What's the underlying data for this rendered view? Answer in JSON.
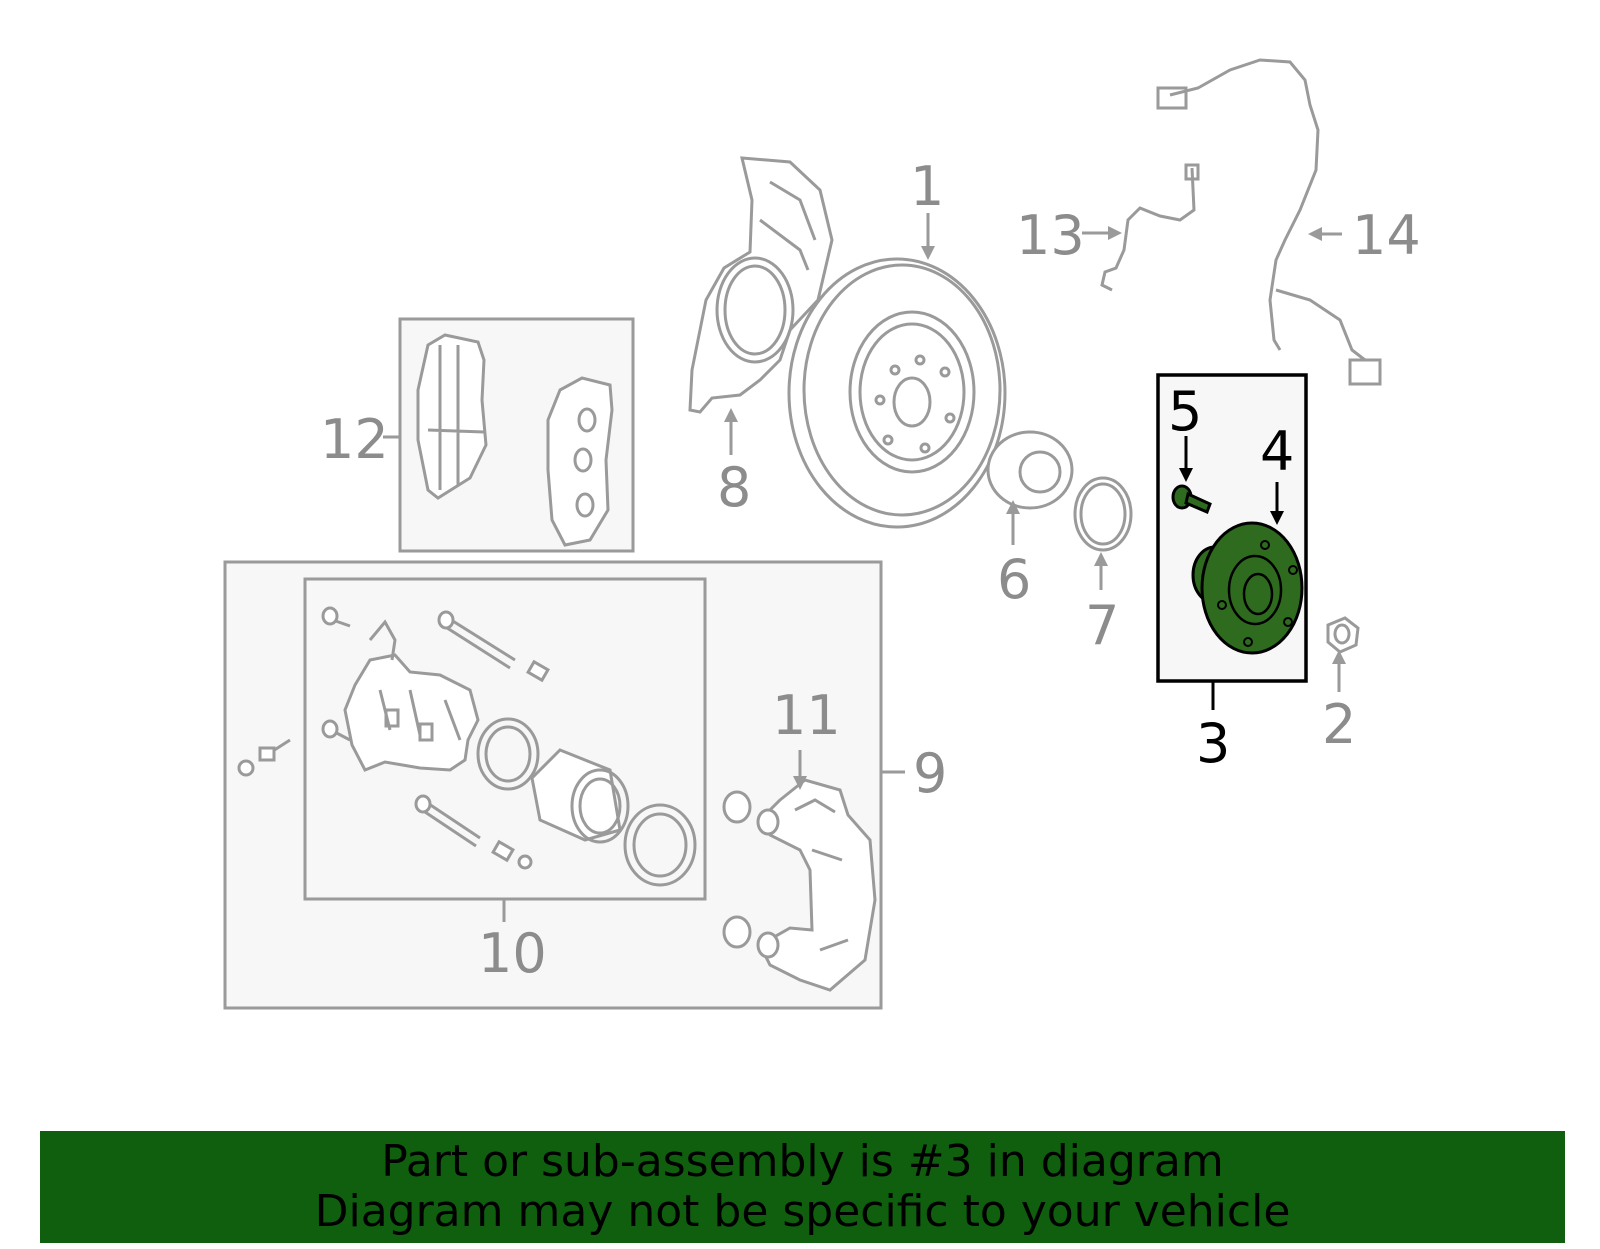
{
  "callouts": {
    "c1": "1",
    "c2": "2",
    "c3": "3",
    "c4": "4",
    "c5": "5",
    "c6": "6",
    "c7": "7",
    "c8": "8",
    "c9": "9",
    "c10": "10",
    "c11": "11",
    "c12": "12",
    "c13": "13",
    "c14": "14"
  },
  "highlighted_part": "3",
  "colors": {
    "highlight_part": "#2e6b1e",
    "banner_background": "#0f5f0f",
    "gray_lines": "#9a9a9a",
    "box_fill": "#f7f7f7"
  },
  "banner": {
    "line1": "Part or sub-assembly is #3 in diagram",
    "line2": "Diagram may not be specific to your vehicle"
  }
}
